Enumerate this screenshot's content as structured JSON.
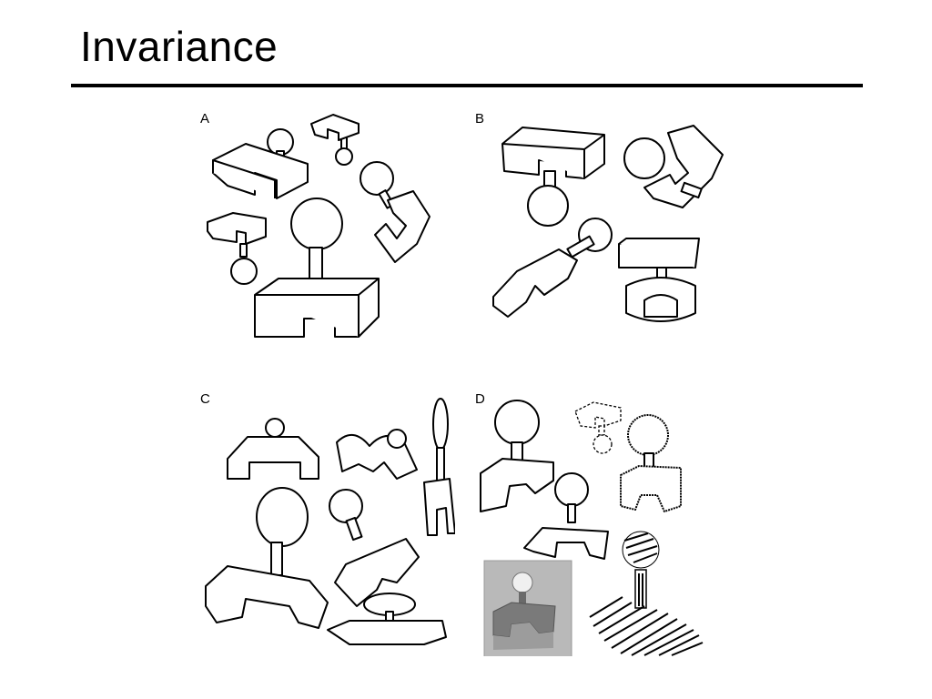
{
  "slide": {
    "title": "Invariance"
  },
  "figure": {
    "panels": [
      {
        "label": "A"
      },
      {
        "label": "B"
      },
      {
        "label": "C"
      },
      {
        "label": "D"
      }
    ]
  }
}
